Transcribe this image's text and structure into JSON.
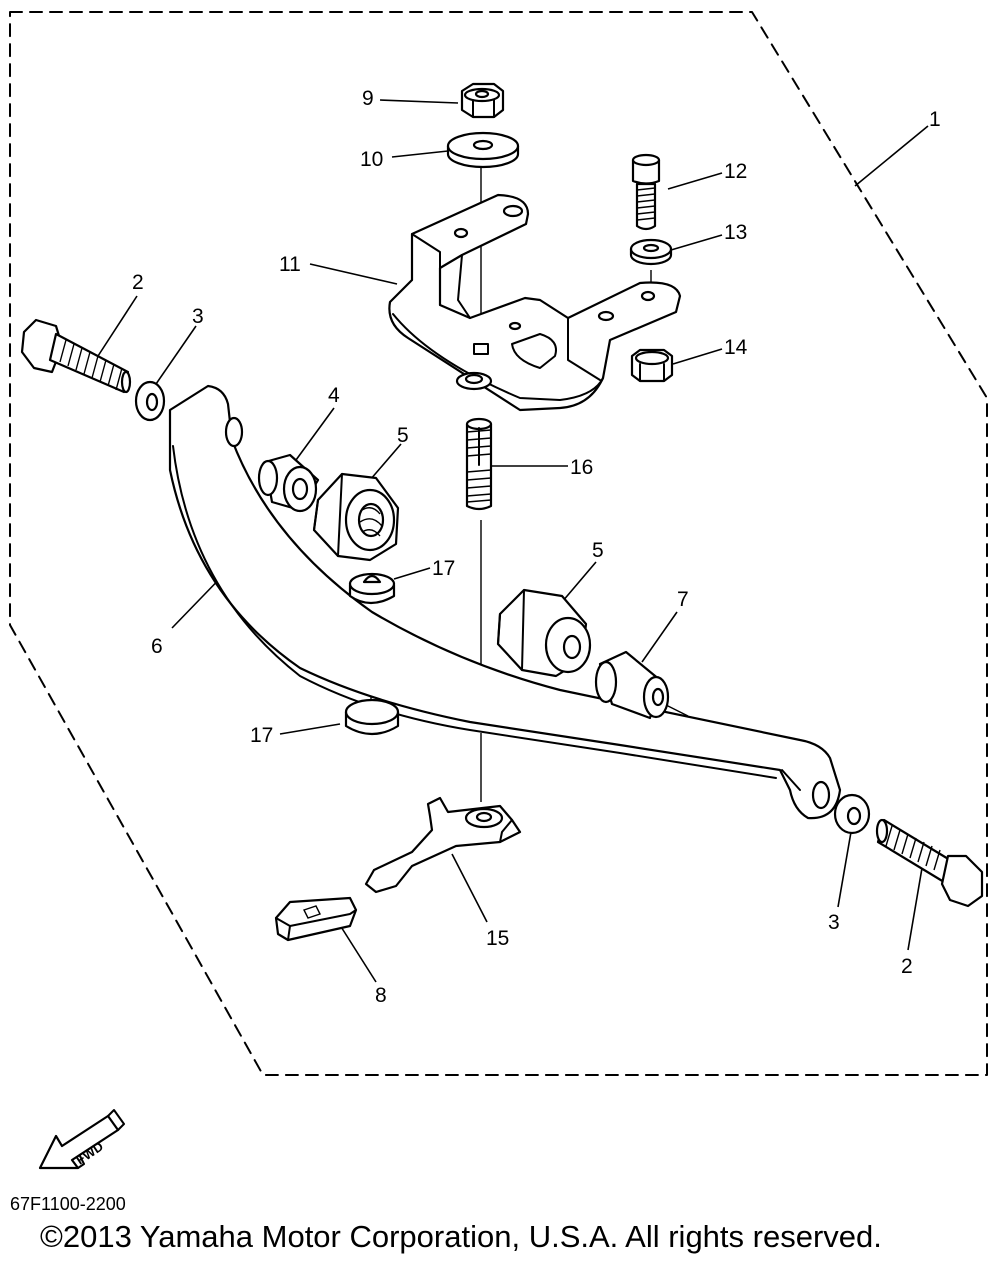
{
  "diagram": {
    "callouts": {
      "c1": "1",
      "c2a": "2",
      "c2b": "2",
      "c3a": "3",
      "c3b": "3",
      "c4": "4",
      "c5a": "5",
      "c5b": "5",
      "c6": "6",
      "c7": "7",
      "c8": "8",
      "c9": "9",
      "c10": "10",
      "c11": "11",
      "c12": "12",
      "c13": "13",
      "c14": "14",
      "c15": "15",
      "c16": "16",
      "c17a": "17",
      "c17b": "17"
    },
    "fwd_label": "FWD",
    "part_code": "67F1100-2200"
  },
  "footer": {
    "copyright": "©2013 Yamaha Motor Corporation, U.S.A. All rights reserved."
  }
}
